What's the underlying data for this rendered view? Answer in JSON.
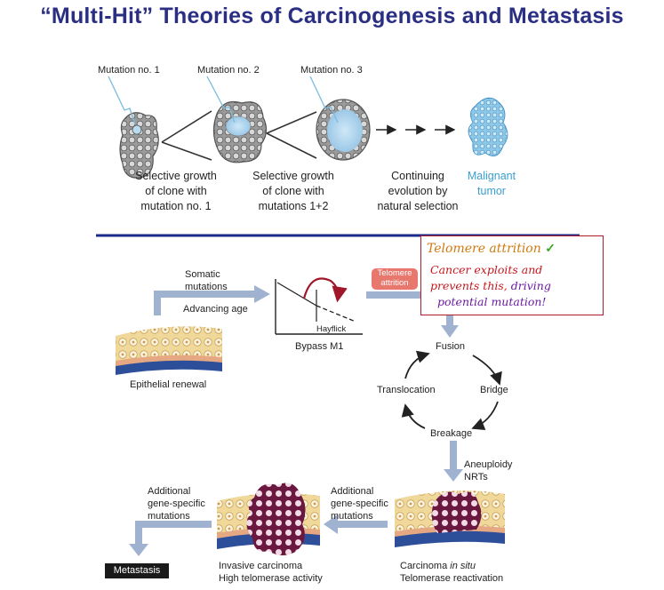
{
  "title": "“Multi-Hit” Theories of Carcinogenesis and Metastasis",
  "top_panel": {
    "mutation_labels": [
      "Mutation no. 1",
      "Mutation no. 2",
      "Mutation no. 3"
    ],
    "stage_captions": [
      [
        "Selective growth",
        "of clone with",
        "mutation no. 1"
      ],
      [
        "Selective growth",
        "of clone with",
        "mutations 1+2"
      ],
      [
        "Continuing",
        "evolution by",
        "natural selection"
      ],
      [
        "Malignant",
        "tumor"
      ]
    ]
  },
  "bottom_panel": {
    "somatic": [
      "Somatic",
      "mutations"
    ],
    "advancing_age": "Advancing age",
    "epithelial_renewal": "Epithelial renewal",
    "hayflick": "Hayflick",
    "bypass": "Bypass M1",
    "telomere_badge": [
      "Telomere",
      "attrition"
    ],
    "cycle": {
      "fusion": "Fusion",
      "bridge": "Bridge",
      "breakage": "Breakage",
      "translocation": "Translocation"
    },
    "aneuploidy": [
      "Aneuploidy",
      "NRTs"
    ],
    "additional_right": [
      "Additional",
      "gene-specific",
      "mutations"
    ],
    "additional_left": [
      "Additional",
      "gene-specific",
      "mutations"
    ],
    "carcinoma_in_situ_prefix": "Carcinoma ",
    "carcinoma_in_situ_em": "in situ",
    "telomerase_reactivation": "Telomerase reactivation",
    "invasive": [
      "Invasive carcinoma",
      "High telomerase activity"
    ],
    "metastasis": "Metastasis"
  },
  "note": {
    "line1": "Telomere attrition",
    "check": "✓",
    "line2": "Cancer exploits and",
    "line3a": "prevents this, ",
    "line3b": "driving",
    "line4": "potential mutation!"
  }
}
